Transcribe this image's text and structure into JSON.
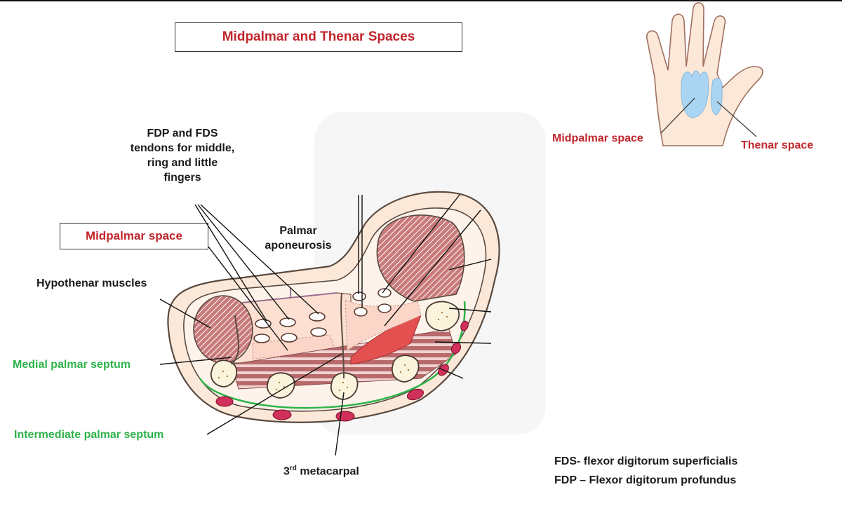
{
  "title": "Midpalmar  and Thenar Spaces",
  "hand_inset": {
    "midpalmar_label": "Midpalmar space",
    "thenar_label": "Thenar space"
  },
  "labels": {
    "tendons_line1": "FDP and FDS",
    "tendons_line2": "tendons for  middle,",
    "tendons_line3": "ring and little",
    "tendons_line4": "fingers",
    "midpalmar_space": "Midpalmar space",
    "palmar_aponeurosis_line1": "Palmar",
    "palmar_aponeurosis_line2": "aponeurosis",
    "hypothenar": "Hypothenar muscles",
    "medial_septum": "Medial palmar septum",
    "intermediate_septum": "Intermediate palmar septum",
    "metacarpal_sup": "rd",
    "metacarpal_num": "3",
    "metacarpal_text": " metacarpal"
  },
  "legend": {
    "fds": "FDS- flexor digitorum superficialis",
    "fdp": "FDP – Flexor digitorum profundus"
  },
  "colors": {
    "title_red": "#c0262c",
    "septum_green": "#2db34a",
    "space_blue": "#a9d4f2",
    "skin": "#fbe8d8",
    "muscle": "#b85c5c",
    "vessel": "#d0305a"
  }
}
